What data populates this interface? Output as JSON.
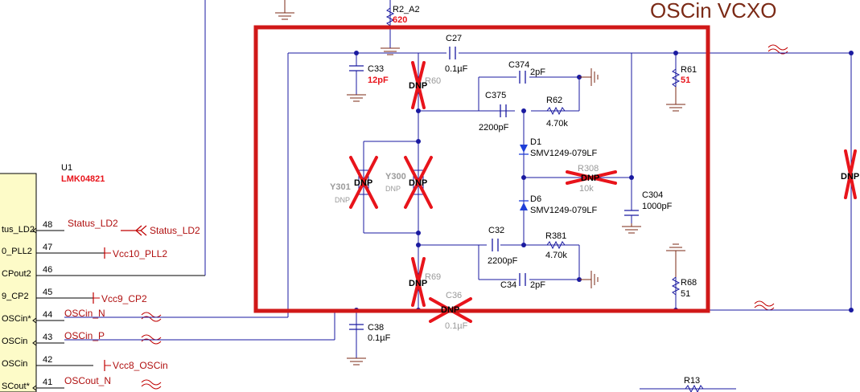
{
  "title": "OSCin VCXO",
  "u1": {
    "ref": "U1",
    "part": "LMK04821"
  },
  "pins": [
    {
      "num": "48",
      "name": "tus_LD2",
      "net": "Status_LD2",
      "net2": "Status_LD2"
    },
    {
      "num": "47",
      "name": "0_PLL2",
      "net": "Vcc10_PLL2"
    },
    {
      "num": "46",
      "name": "CPout2",
      "net": ""
    },
    {
      "num": "45",
      "name": "9_CP2",
      "net": "Vcc9_CP2"
    },
    {
      "num": "44",
      "name": "OSCin*",
      "net": "OSCin_N"
    },
    {
      "num": "43",
      "name": "OSCin",
      "net": "OSCin_P"
    },
    {
      "num": "42",
      "name": "OSCin",
      "net": "Vcc8_OSCin"
    },
    {
      "num": "41",
      "name": "SCout*",
      "net": "OSCout_N"
    }
  ],
  "components": {
    "r2": {
      "ref": "R2_A2",
      "value": "620"
    },
    "c27": {
      "ref": "C27",
      "value": "0.1µF"
    },
    "c33": {
      "ref": "C33",
      "value": "12pF"
    },
    "r60": {
      "ref": "R60",
      "value": "DNP"
    },
    "c374": {
      "ref": "C374",
      "value": "2pF"
    },
    "c375": {
      "ref": "C375",
      "value": "2200pF"
    },
    "r62": {
      "ref": "R62",
      "value": "4.70k"
    },
    "r61": {
      "ref": "R61",
      "value": "51"
    },
    "d1": {
      "ref": "D1",
      "value": "SMV1249-079LF"
    },
    "r308": {
      "ref": "R308",
      "value": "10k",
      "dnp": "DNP"
    },
    "c304": {
      "ref": "C304",
      "value": "1000pF"
    },
    "d6": {
      "ref": "D6",
      "value": "SMV1249-079LF"
    },
    "y301": {
      "ref": "Y301",
      "value": "DNP",
      "dnp": "DNP"
    },
    "y300": {
      "ref": "Y300",
      "value": "DNP",
      "dnp": "DNP"
    },
    "c32": {
      "ref": "C32",
      "value": "2200pF"
    },
    "r381": {
      "ref": "R381",
      "value": "4.70k"
    },
    "c34": {
      "ref": "C34",
      "value": "2pF"
    },
    "r69": {
      "ref": "R69",
      "value": "DNP"
    },
    "c36": {
      "ref": "C36",
      "value": "0.1µF",
      "dnp": "DNP"
    },
    "r68": {
      "ref": "R68",
      "value": "51"
    },
    "c38": {
      "ref": "C38",
      "value": "0.1µF"
    },
    "r13": {
      "ref": "R13"
    },
    "right_dnp": {
      "value": "DNP"
    }
  },
  "colors": {
    "wire": "#1a1aa0",
    "box": "#d01818",
    "ic_fill": "#fdfbc8",
    "x_mark": "#e8141b",
    "diode": "#1f3fd8"
  }
}
